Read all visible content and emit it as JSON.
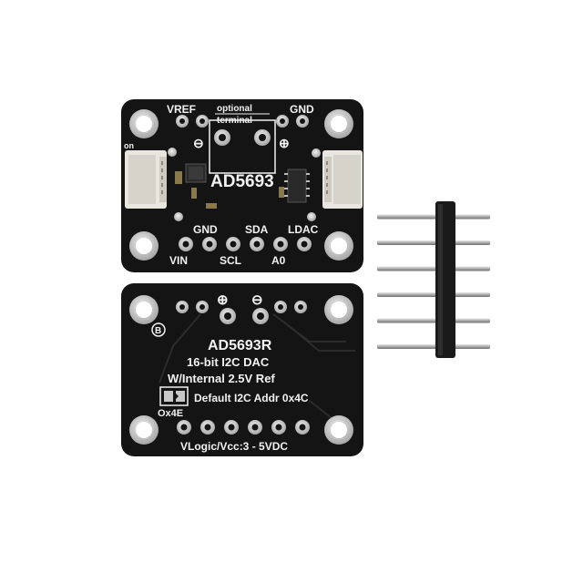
{
  "front_board": {
    "labels": {
      "vref": "VREF",
      "optional": "optional",
      "terminal": "terminal",
      "gnd_top": "GND",
      "minus": "⊖",
      "plus": "⊕",
      "on": "on",
      "chip": "AD5693",
      "gnd_bottom": "GND",
      "sda": "SDA",
      "ldac": "LDAC",
      "vin": "VIN",
      "scl": "SCL",
      "a0": "A0"
    }
  },
  "back_board": {
    "labels": {
      "plus": "⊕",
      "minus": "⊖",
      "b_mark": "B",
      "title": "AD5693R",
      "line1": "16-bit  I2C DAC",
      "line2": "W/Internal 2.5V Ref",
      "addr_default": "Default I2C Addr 0x4C",
      "addr_alt": "Ox4E",
      "power": "VLogic/Vcc:3 - 5VDC"
    }
  },
  "header_pins": {
    "count": 6
  },
  "colors": {
    "board": "#141414",
    "silkscreen": "#f2f2f2",
    "pad": "#c8c8c8",
    "header_plastic": "#1a1a1a",
    "pin_metal": "#b8b8b8",
    "connector": "#e8e6df"
  }
}
